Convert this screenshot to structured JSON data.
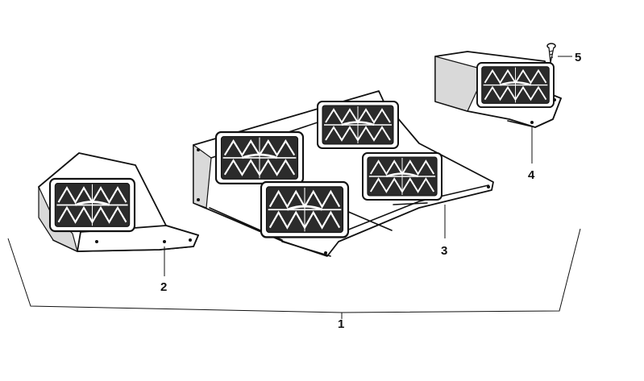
{
  "callouts": {
    "assembly": "1",
    "left_vent": "2",
    "center_panel": "3",
    "right_vent": "4",
    "screw": "5"
  }
}
